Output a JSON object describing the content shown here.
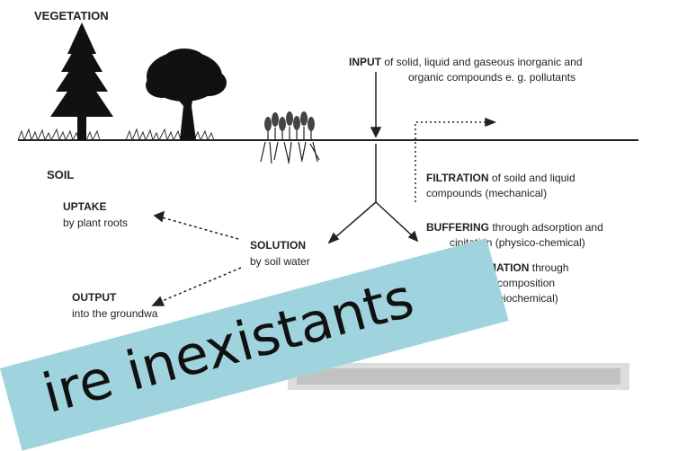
{
  "colors": {
    "ink": "#222222",
    "banner": "#9fd4de",
    "soil_texture": "#8a8a8a"
  },
  "labels": {
    "vegetation": "VEGETATION",
    "soil": "SOIL",
    "input_title": "INPUT",
    "input_text_1": "of solid, liquid and gaseous inorganic and",
    "input_text_2": "organic compounds e. g. pollutants",
    "uptake_title": "UPTAKE",
    "uptake_text": "by plant roots",
    "solution_title": "SOLUTION",
    "solution_text": "by soil water",
    "output_title": "OUTPUT",
    "output_text": "into the groundwa",
    "filtration_title": "FILTRATION",
    "filtration_text_1": "of soild and liquid",
    "filtration_text_2": "compounds (mechanical)",
    "buffering_title": "BUFFERING",
    "buffering_text_1": "through adsorption and",
    "buffering_text_2": "cipitation (physico-chemical)",
    "transformation_title": "NSFORMATION",
    "transformation_text_1": "through",
    "transformation_text_2": "ion and decomposition",
    "transformation_text_3": "biological/biochemical)"
  },
  "banner": {
    "text": "ire inexistants"
  },
  "icons": [
    "conifer-tree-icon",
    "deciduous-tree-icon",
    "crop-plants-icon",
    "grass-icon"
  ]
}
